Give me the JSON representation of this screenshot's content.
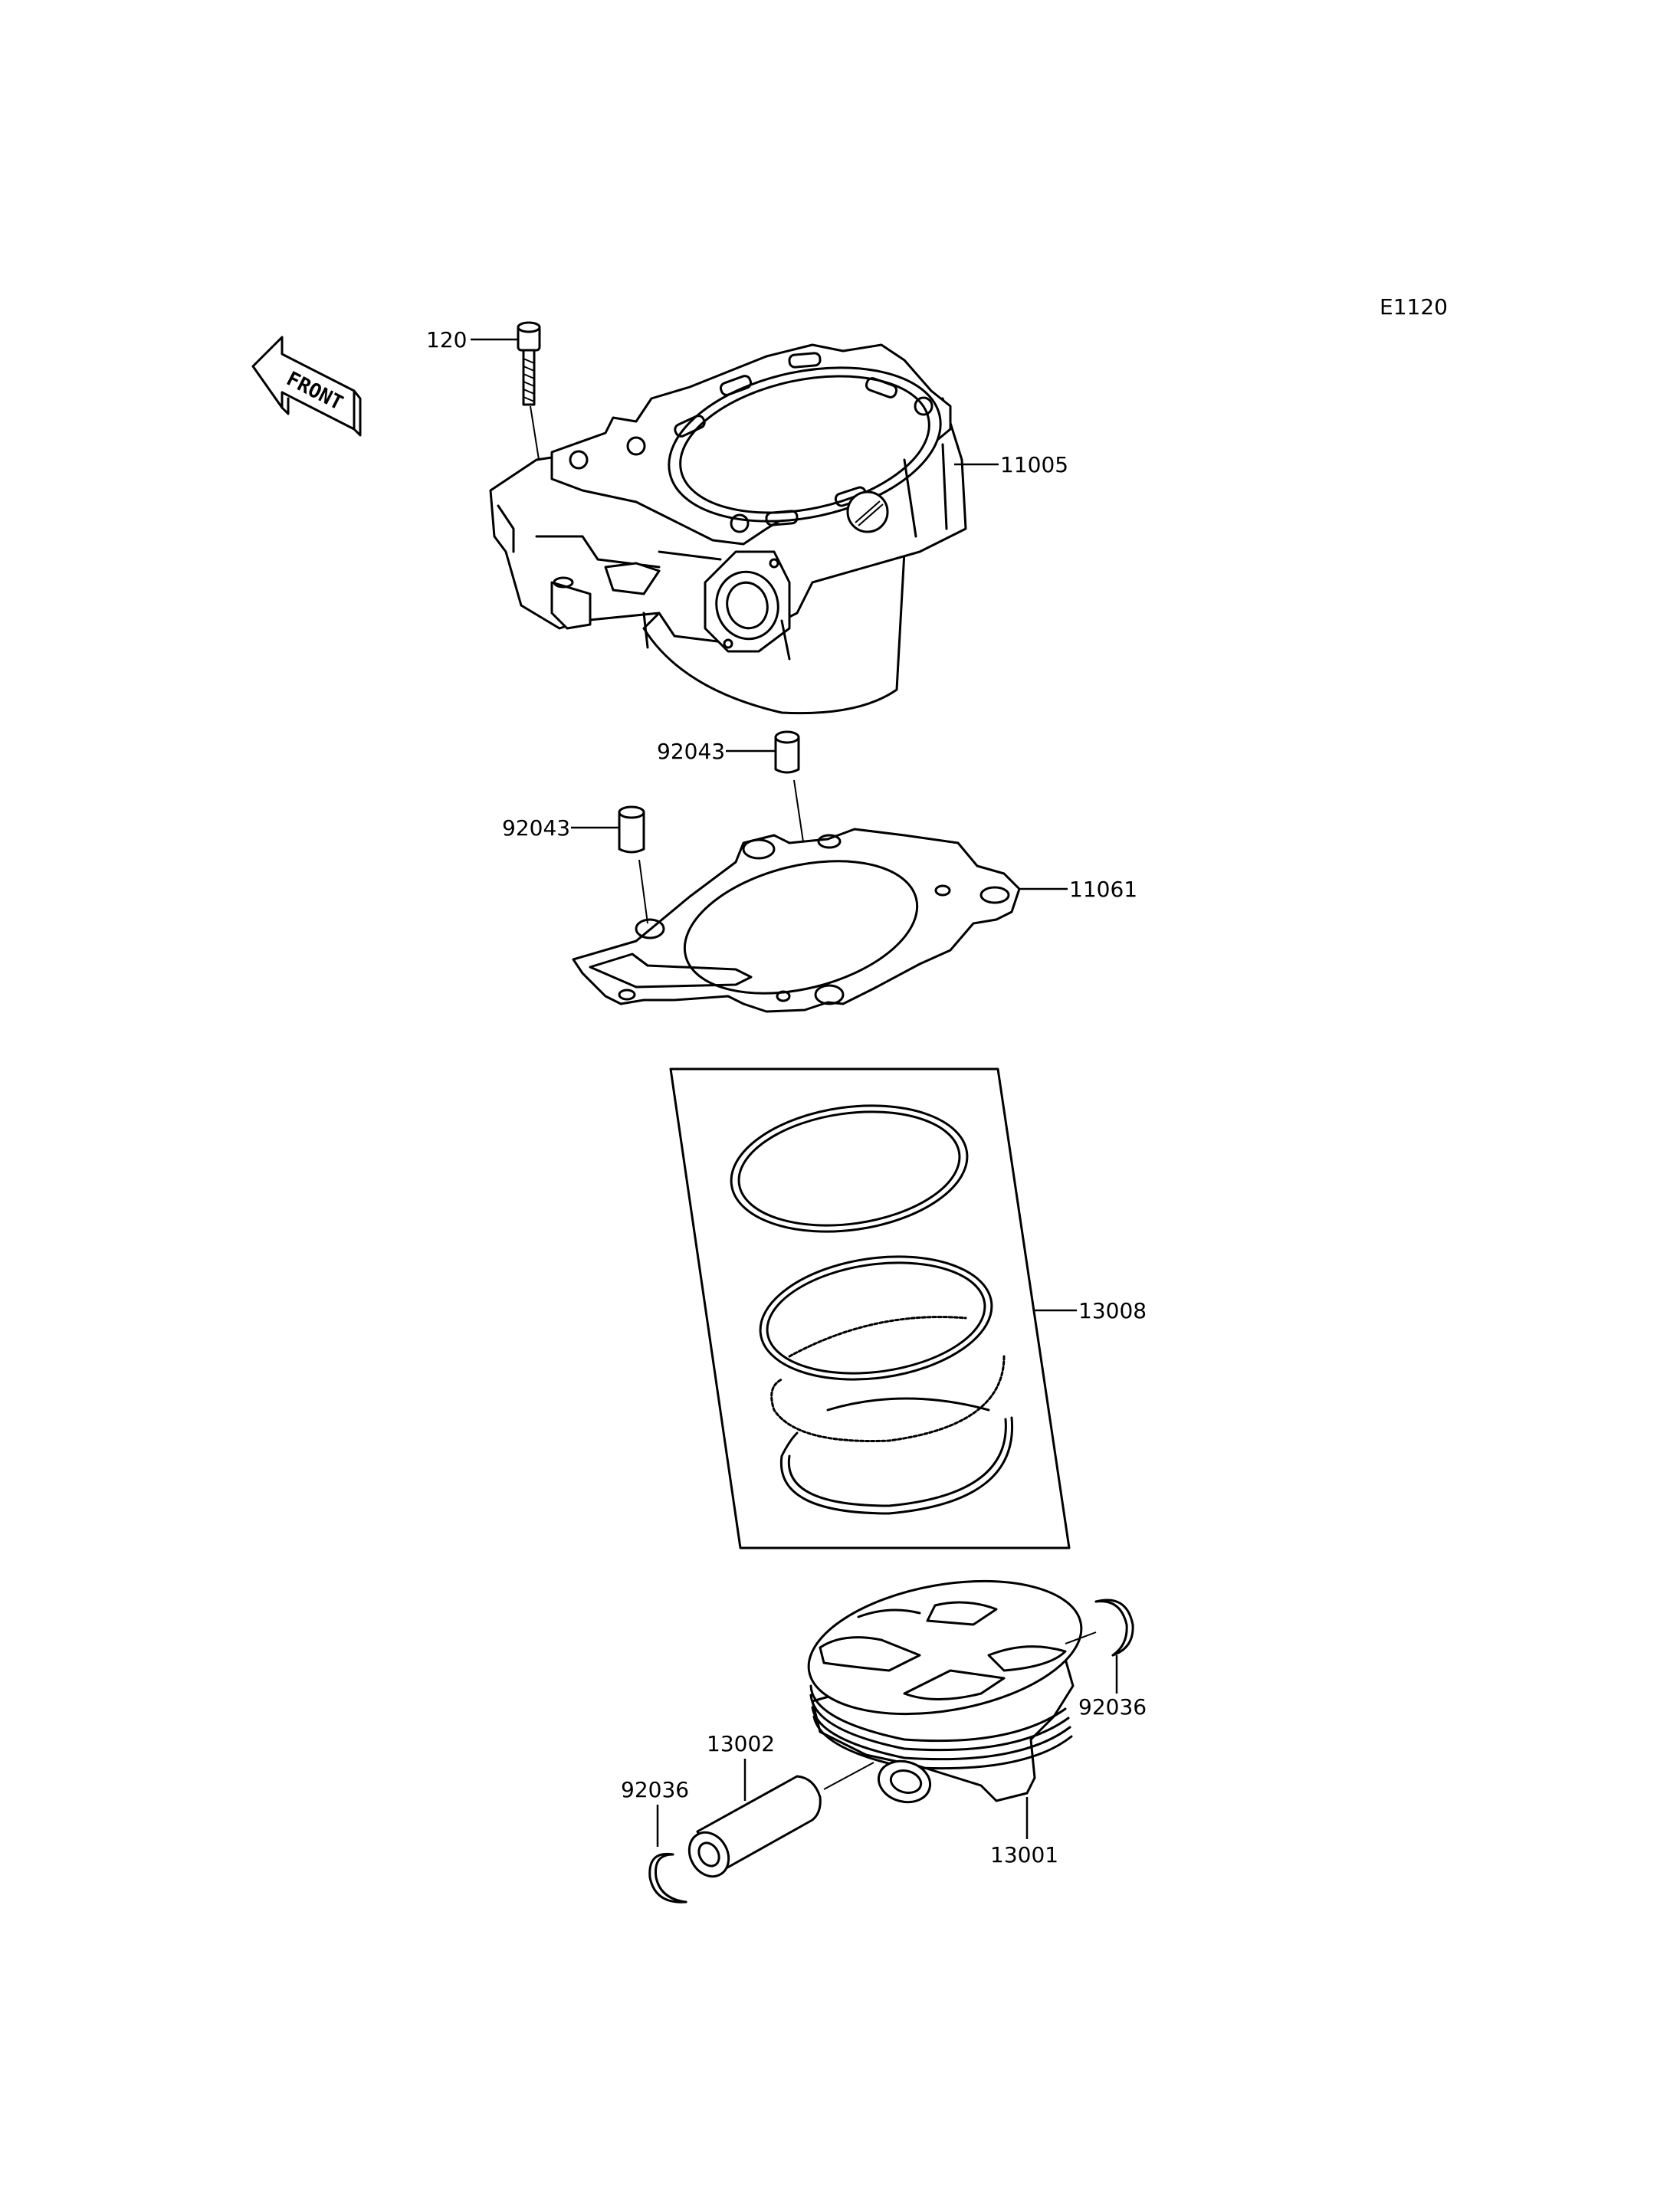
{
  "diagram": {
    "code": "E1120",
    "front_label": "FRONT",
    "callouts": {
      "bolt": "120",
      "cylinder": "11005",
      "dowel_upper": "92043",
      "dowel_lower": "92043",
      "gasket": "11061",
      "ring_set": "13008",
      "clip_right": "92036",
      "pin": "13002",
      "clip_left": "92036",
      "piston": "13001"
    }
  }
}
